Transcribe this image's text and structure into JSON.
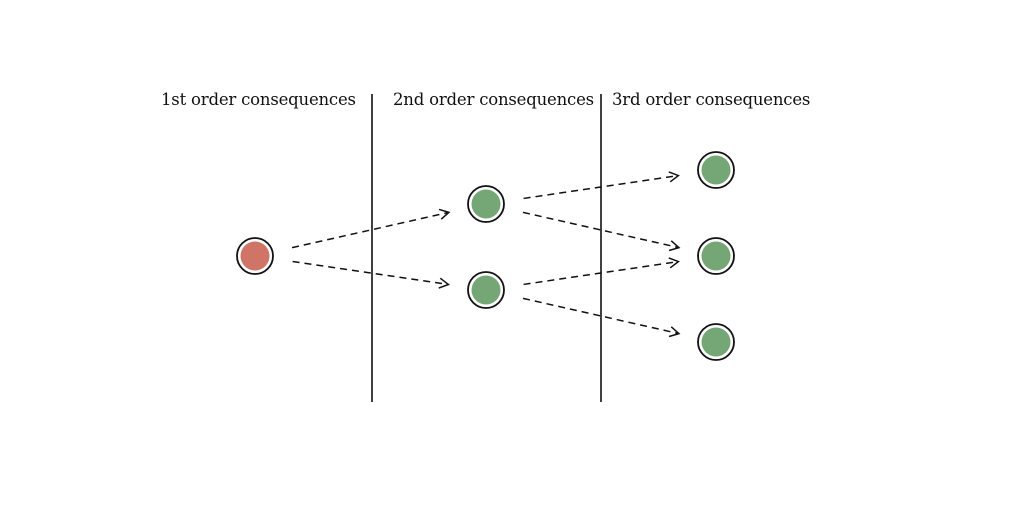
{
  "columns": [
    {
      "label": "1st order consequences"
    },
    {
      "label": "2nd order consequences"
    },
    {
      "label": "3rd order consequences"
    }
  ],
  "colors": {
    "negative": "#d07468",
    "positive": "#74a775",
    "line": "#111111"
  },
  "nodes": [
    {
      "id": "n1",
      "column": 1,
      "kind": "negative"
    },
    {
      "id": "n2a",
      "column": 2,
      "kind": "positive"
    },
    {
      "id": "n2b",
      "column": 2,
      "kind": "positive"
    },
    {
      "id": "n3a",
      "column": 3,
      "kind": "positive"
    },
    {
      "id": "n3b",
      "column": 3,
      "kind": "positive"
    },
    {
      "id": "n3c",
      "column": 3,
      "kind": "positive"
    }
  ],
  "edges": [
    {
      "from": "n1",
      "to": "n2a"
    },
    {
      "from": "n1",
      "to": "n2b"
    },
    {
      "from": "n2a",
      "to": "n3a"
    },
    {
      "from": "n2a",
      "to": "n3b"
    },
    {
      "from": "n2b",
      "to": "n3b"
    },
    {
      "from": "n2b",
      "to": "n3c"
    }
  ]
}
